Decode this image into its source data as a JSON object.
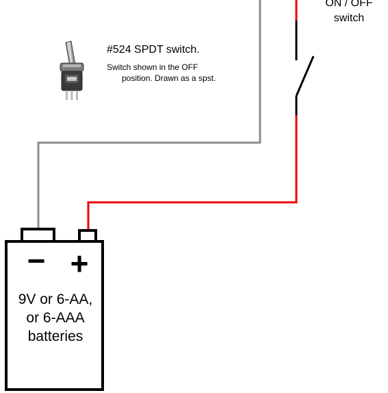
{
  "switch_label": {
    "line1": "ON / OFF",
    "line2": "switch"
  },
  "part": {
    "title": "#524 SPDT switch.",
    "desc_line1": "Switch shown in the OFF",
    "desc_line2": "position. Drawn as a spst."
  },
  "battery": {
    "minus_symbol": "−",
    "plus_symbol": "+",
    "line1": "9V or 6-AA,",
    "line2": "or 6-AAA",
    "line3": "batteries"
  },
  "colors": {
    "positive_wire": "#ee0000",
    "negative_wire": "#8c8c8c",
    "schematic": "#000000"
  },
  "icons": {
    "toggle_switch": "toggle-switch-icon",
    "spst_switch": "spst-switch-symbol"
  }
}
